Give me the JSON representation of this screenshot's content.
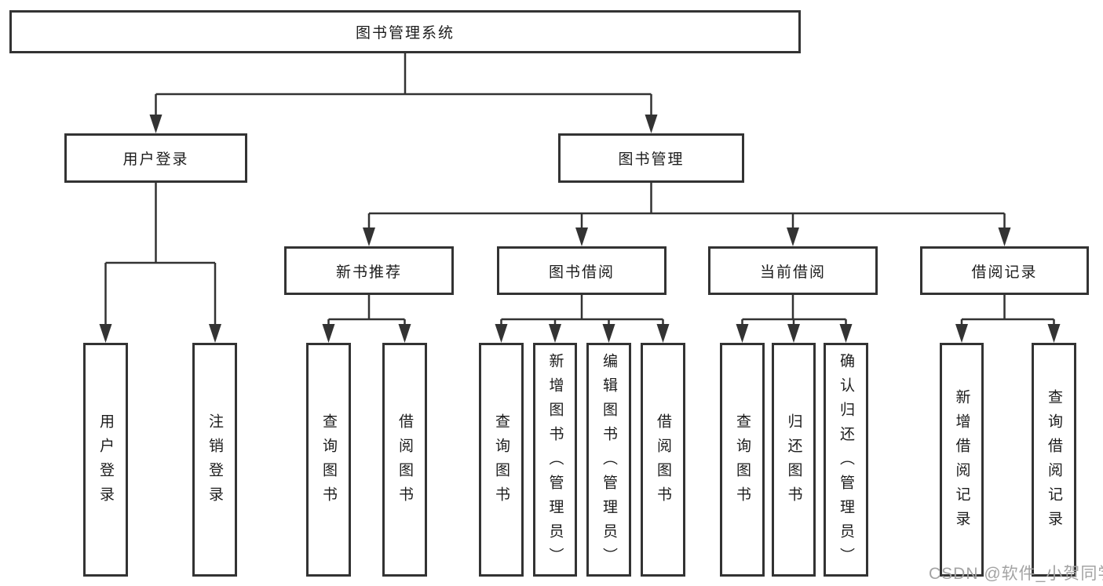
{
  "diagram": {
    "root_label": "图书管理系统",
    "branches": [
      {
        "label": "用户登录",
        "leaves": [
          "用户登录",
          "注销登录"
        ]
      },
      {
        "label": "图书管理",
        "groups": [
          {
            "label": "新书推荐",
            "leaves": [
              "查询图书",
              "借阅图书"
            ]
          },
          {
            "label": "图书借阅",
            "leaves": [
              "查询图书",
              "新增图书（管理员）",
              "编辑图书（管理员）",
              "借阅图书"
            ]
          },
          {
            "label": "当前借阅",
            "leaves": [
              "查询图书",
              "归还图书",
              "确认归还（管理员）"
            ]
          },
          {
            "label": "借阅记录",
            "leaves": [
              "新增借阅记录",
              "查询借阅记录"
            ]
          }
        ]
      }
    ]
  },
  "watermark": {
    "text": "CSDN @软件_小贺同学",
    "color": "#a3a3a3"
  },
  "colors": {
    "line": "#333333",
    "text": "#1c1c1c",
    "background": "#ffffff"
  }
}
